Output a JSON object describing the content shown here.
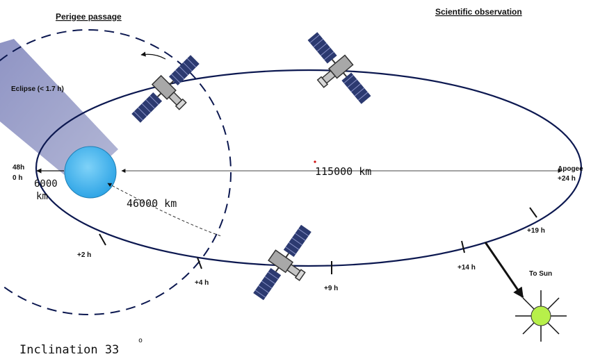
{
  "headings": {
    "perigee": "Perigee passage",
    "science": "Scientific observation"
  },
  "labels": {
    "eclipse": "Eclipse (< 1.7 h)",
    "h48": "48h",
    "h0": "0 h",
    "perigee_alt": "6000",
    "perigee_unit": "km",
    "radius_46000": "46000 km",
    "apogee_dist": "115000 km",
    "apogee": "Apogee",
    "apogee_time": "+24 h",
    "t2": "+2 h",
    "t4": "+4 h",
    "t9": "+9 h",
    "t14": "+14 h",
    "t19": "+19 h",
    "to_sun": "To Sun",
    "inclination": "Inclination 33",
    "degree": "o"
  },
  "colors": {
    "earth": "#44b4ee",
    "eclipse_shadow": "#9a9ec6",
    "sun": "#b7f04a",
    "orbit": "#0c1850",
    "satellite_body": "#a8a8a8",
    "solar_panel": "#2c3a70"
  },
  "icons": {
    "satellite": "satellite-icon",
    "earth": "earth-icon",
    "sun": "sun-icon"
  }
}
